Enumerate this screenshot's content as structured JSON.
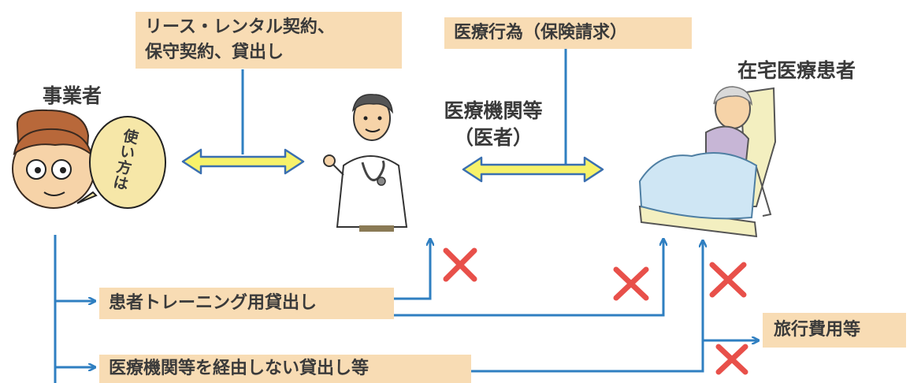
{
  "boxes": {
    "lease": {
      "line1": "リース・レンタル契約、",
      "line2": "保守契約、貸出し"
    },
    "medical_act": "医療行為（保険請求）",
    "training": "患者トレーニング用貸出し",
    "not_via": "医療機関等を経由しない貸出し等",
    "travel": "旅行費用等"
  },
  "actors": {
    "business": "事業者",
    "institution": {
      "line1": "医療機関等",
      "line2": "（医者）"
    },
    "patient": "在宅医療患者"
  },
  "speech_bubble": "使い方は",
  "colors": {
    "box_fill": "#f8dcb4",
    "arrow_blue": "#2f7fc1",
    "double_arrow_fill": "#f7f26a",
    "double_arrow_stroke": "#3a6fb0",
    "cross_red": "#e8504a"
  }
}
